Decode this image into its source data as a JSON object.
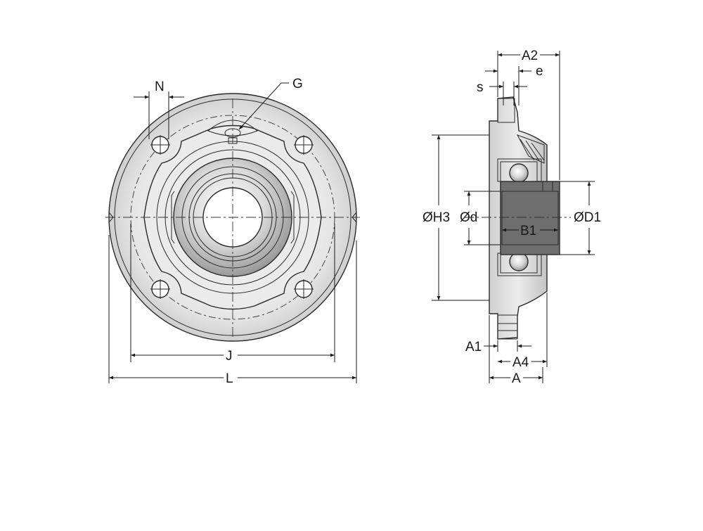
{
  "labels": {
    "N": "N",
    "G": "G",
    "J": "J",
    "L": "L",
    "A2": "A2",
    "e": "e",
    "s": "s",
    "H3": "ØH3",
    "d": "Ød",
    "B1": "B1",
    "D1": "ØD1",
    "A1": "A1",
    "A4": "A4",
    "A": "A"
  },
  "colors": {
    "line": "#2a2a2a",
    "flange_fill": "#e2e2e2",
    "insert_fill": "#c8c8c8",
    "dark_fill": "#6e6e6e"
  }
}
